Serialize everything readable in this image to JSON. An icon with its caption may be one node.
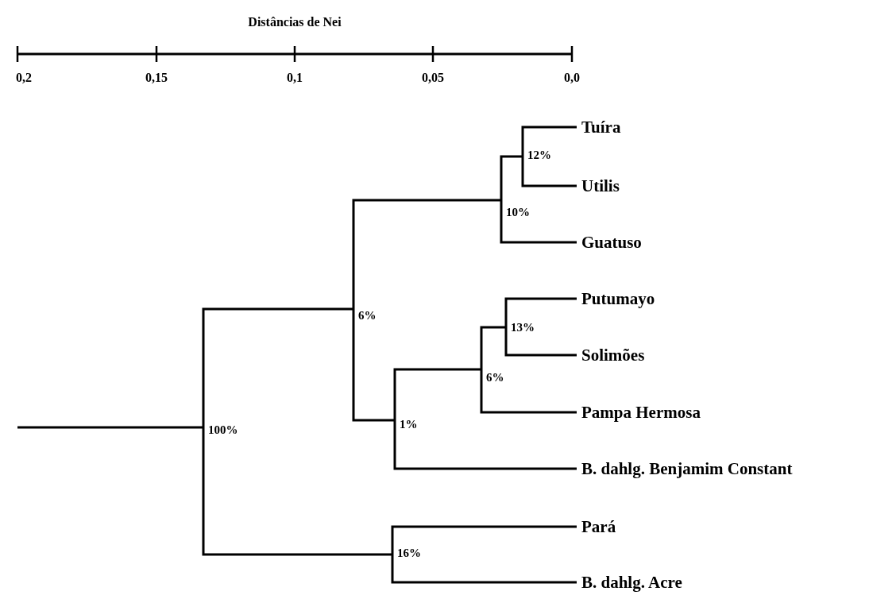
{
  "diagram": {
    "title": "Distâncias de Nei",
    "nodes": [
      {
        "text": [
          "Tuíra"
        ]
      },
      {
        "text": [
          "Utilis"
        ]
      },
      {
        "text": [
          "Guatuso"
        ]
      },
      {
        "text": [
          "Putumayo"
        ]
      },
      {
        "text": [
          "Solimões"
        ]
      },
      {
        "text": [
          "Pampa Hermosa"
        ]
      },
      {
        "text": [
          "B. dahlg. Benjamim Constant"
        ]
      },
      {
        "text": [
          "Pará"
        ]
      },
      {
        "text": [
          "B. dahlg. Acre"
        ]
      },
      {
        "text": [
          "12%"
        ]
      },
      {
        "text": [
          "10%"
        ]
      },
      {
        "text": [
          "6%"
        ]
      },
      {
        "text": [
          "13%"
        ]
      },
      {
        "text": [
          "6%"
        ]
      },
      {
        "text": [
          "1%"
        ]
      },
      {
        "text": [
          "16%"
        ]
      },
      {
        "text": [
          "100%"
        ]
      }
    ],
    "edges": [
      {
        "from": 9,
        "to": 0,
        "arrow": "none"
      },
      {
        "from": 9,
        "to": 1,
        "arrow": "none"
      },
      {
        "from": 10,
        "to": 9,
        "arrow": "none"
      },
      {
        "from": 10,
        "to": 2,
        "arrow": "none"
      },
      {
        "from": 11,
        "to": 10,
        "arrow": "none"
      },
      {
        "from": 11,
        "to": 14,
        "arrow": "none"
      },
      {
        "from": 12,
        "to": 3,
        "arrow": "none"
      },
      {
        "from": 12,
        "to": 4,
        "arrow": "none"
      },
      {
        "from": 13,
        "to": 12,
        "arrow": "none"
      },
      {
        "from": 13,
        "to": 5,
        "arrow": "none"
      },
      {
        "from": 14,
        "to": 13,
        "arrow": "none"
      },
      {
        "from": 14,
        "to": 6,
        "arrow": "none"
      },
      {
        "from": 15,
        "to": 7,
        "arrow": "none"
      },
      {
        "from": 15,
        "to": 8,
        "arrow": "none"
      },
      {
        "from": 16,
        "to": 11,
        "arrow": "none"
      },
      {
        "from": 16,
        "to": 15,
        "arrow": "none"
      },
      {
        "from": null,
        "to": 16,
        "arrow": "none"
      }
    ],
    "labels": [
      "0,2",
      "0,15",
      "0,1",
      "0,05",
      "0,0"
    ]
  }
}
